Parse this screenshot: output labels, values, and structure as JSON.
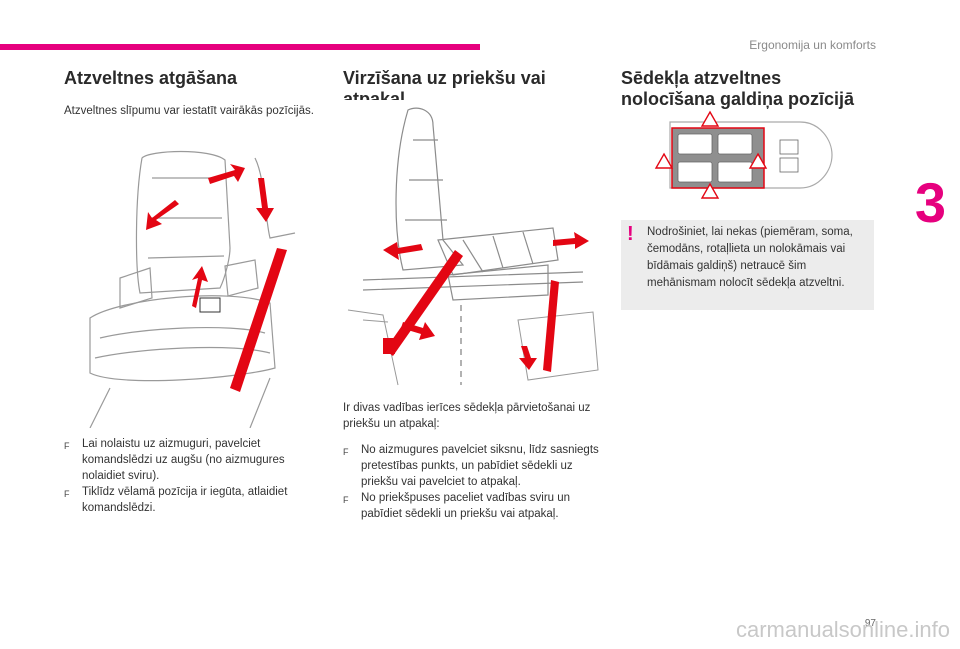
{
  "header": {
    "section_title": "Ergonomija un komforts",
    "chapter_number": "3"
  },
  "colors": {
    "accent": "#e6007e",
    "arrow_red": "#e30613",
    "box_grey": "#ececec"
  },
  "col1": {
    "title": "Atzveltnes atgāšana",
    "intro": "Atzveltnes slīpumu var iestatīt vairākās pozīcijās.",
    "bullets": [
      "Lai nolaistu uz aizmuguri, pavelciet komandslēdzi uz augšu (no aizmugures nolaidiet sviru).",
      "Tiklīdz vēlamā pozīcija ir iegūta, atlaidiet komandslēdzi."
    ]
  },
  "col2": {
    "title": "Virzīšana uz priekšu vai atpakaļ",
    "lead": "Ir divas vadības ierīces sēdekļa pārvietošanai uz priekšu un atpakaļ:",
    "bullets": [
      "No aizmugures pavelciet siksnu, līdz sasniegts pretestības punkts, un pabīdiet sēdekli uz priekšu vai pavelciet to atpakaļ.",
      "No priekšpuses paceliet vadības sviru un pabīdiet sēdekli un priekšu vai atpakaļ."
    ]
  },
  "col3": {
    "title_line1": "Sēdekļa atzveltnes",
    "title_line2": "nolocīšana galdiņa pozīcijā",
    "warning": "Nodrošiniet, lai nekas (piemēram, soma, čemodāns, rotaļlieta un nolokāmais vai bīdāmais galdiņš) netraucē šim mehānismam nolocīt sēdekļa atzveltni."
  },
  "footer": {
    "page_number": "97",
    "watermark": "carmanualsonline.info"
  },
  "icons": {
    "bullet": "F",
    "warning": "!"
  }
}
